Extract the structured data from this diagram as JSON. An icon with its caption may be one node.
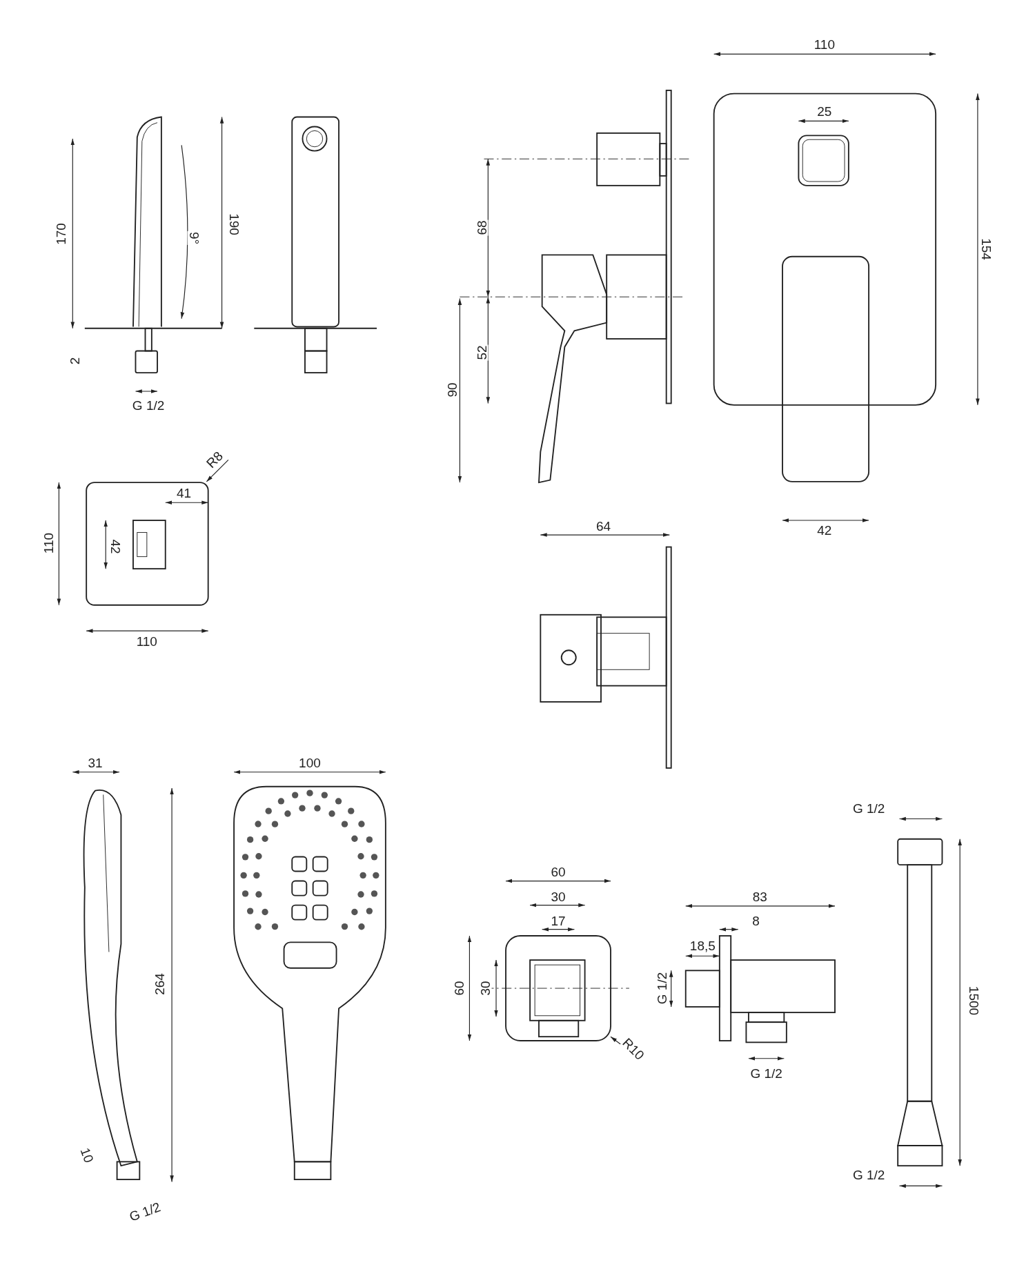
{
  "diagram": {
    "labels": [
      "110",
      "25",
      "170",
      "190",
      "9°",
      "68",
      "154",
      "52",
      "90",
      "2",
      "G 1/2",
      "R8",
      "41",
      "110",
      "42",
      "42",
      "64",
      "110",
      "31",
      "100",
      "G 1/2",
      "60",
      "30",
      "83",
      "17",
      "8",
      "18,5",
      "60",
      "30",
      "G 1/2",
      "264",
      "1500",
      "R10",
      "G 1/2",
      "10",
      "G 1/2",
      "G 1/2"
    ]
  }
}
